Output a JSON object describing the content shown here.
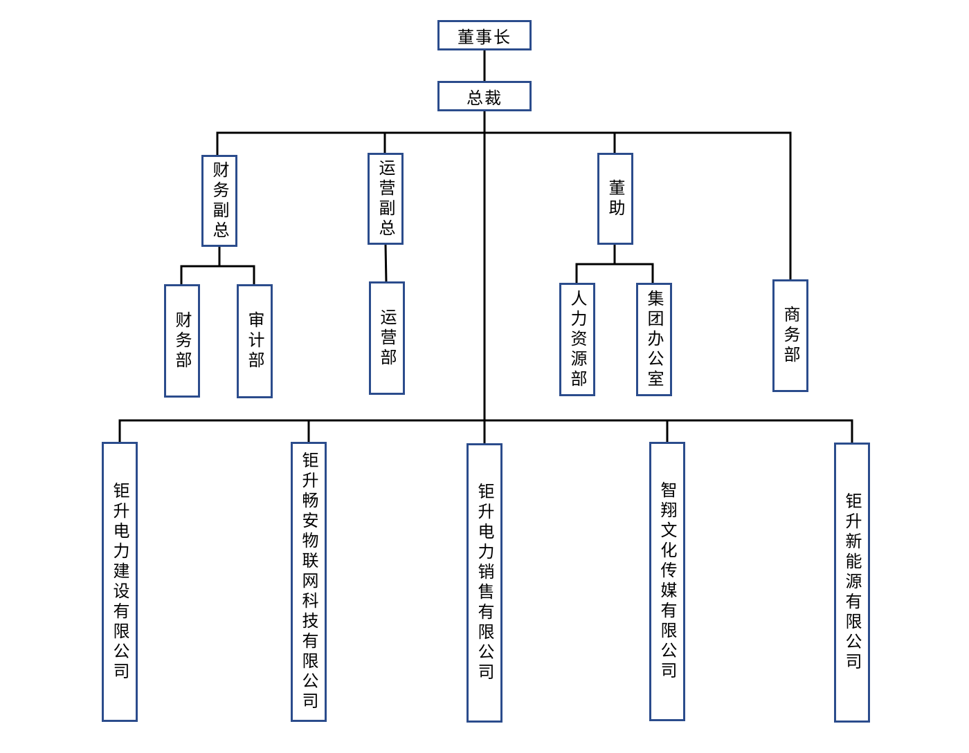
{
  "org_chart": {
    "chairman": "董事长",
    "president": "总裁",
    "finance_vp": "财务副总",
    "operations_vp": "运营副总",
    "chairman_assistant": "董助",
    "business_dept": "商务部",
    "finance_dept": "财务部",
    "audit_dept": "审计部",
    "operations_dept": "运营部",
    "hr_dept": "人力资源部",
    "group_office": "集团办公室",
    "subsidiaries": [
      "钜升电力建设有限公司",
      "钜升畅安物联网科技有限公司",
      "钜升电力销售有限公司",
      "智翔文化传媒有限公司",
      "钜升新能源有限公司"
    ]
  }
}
